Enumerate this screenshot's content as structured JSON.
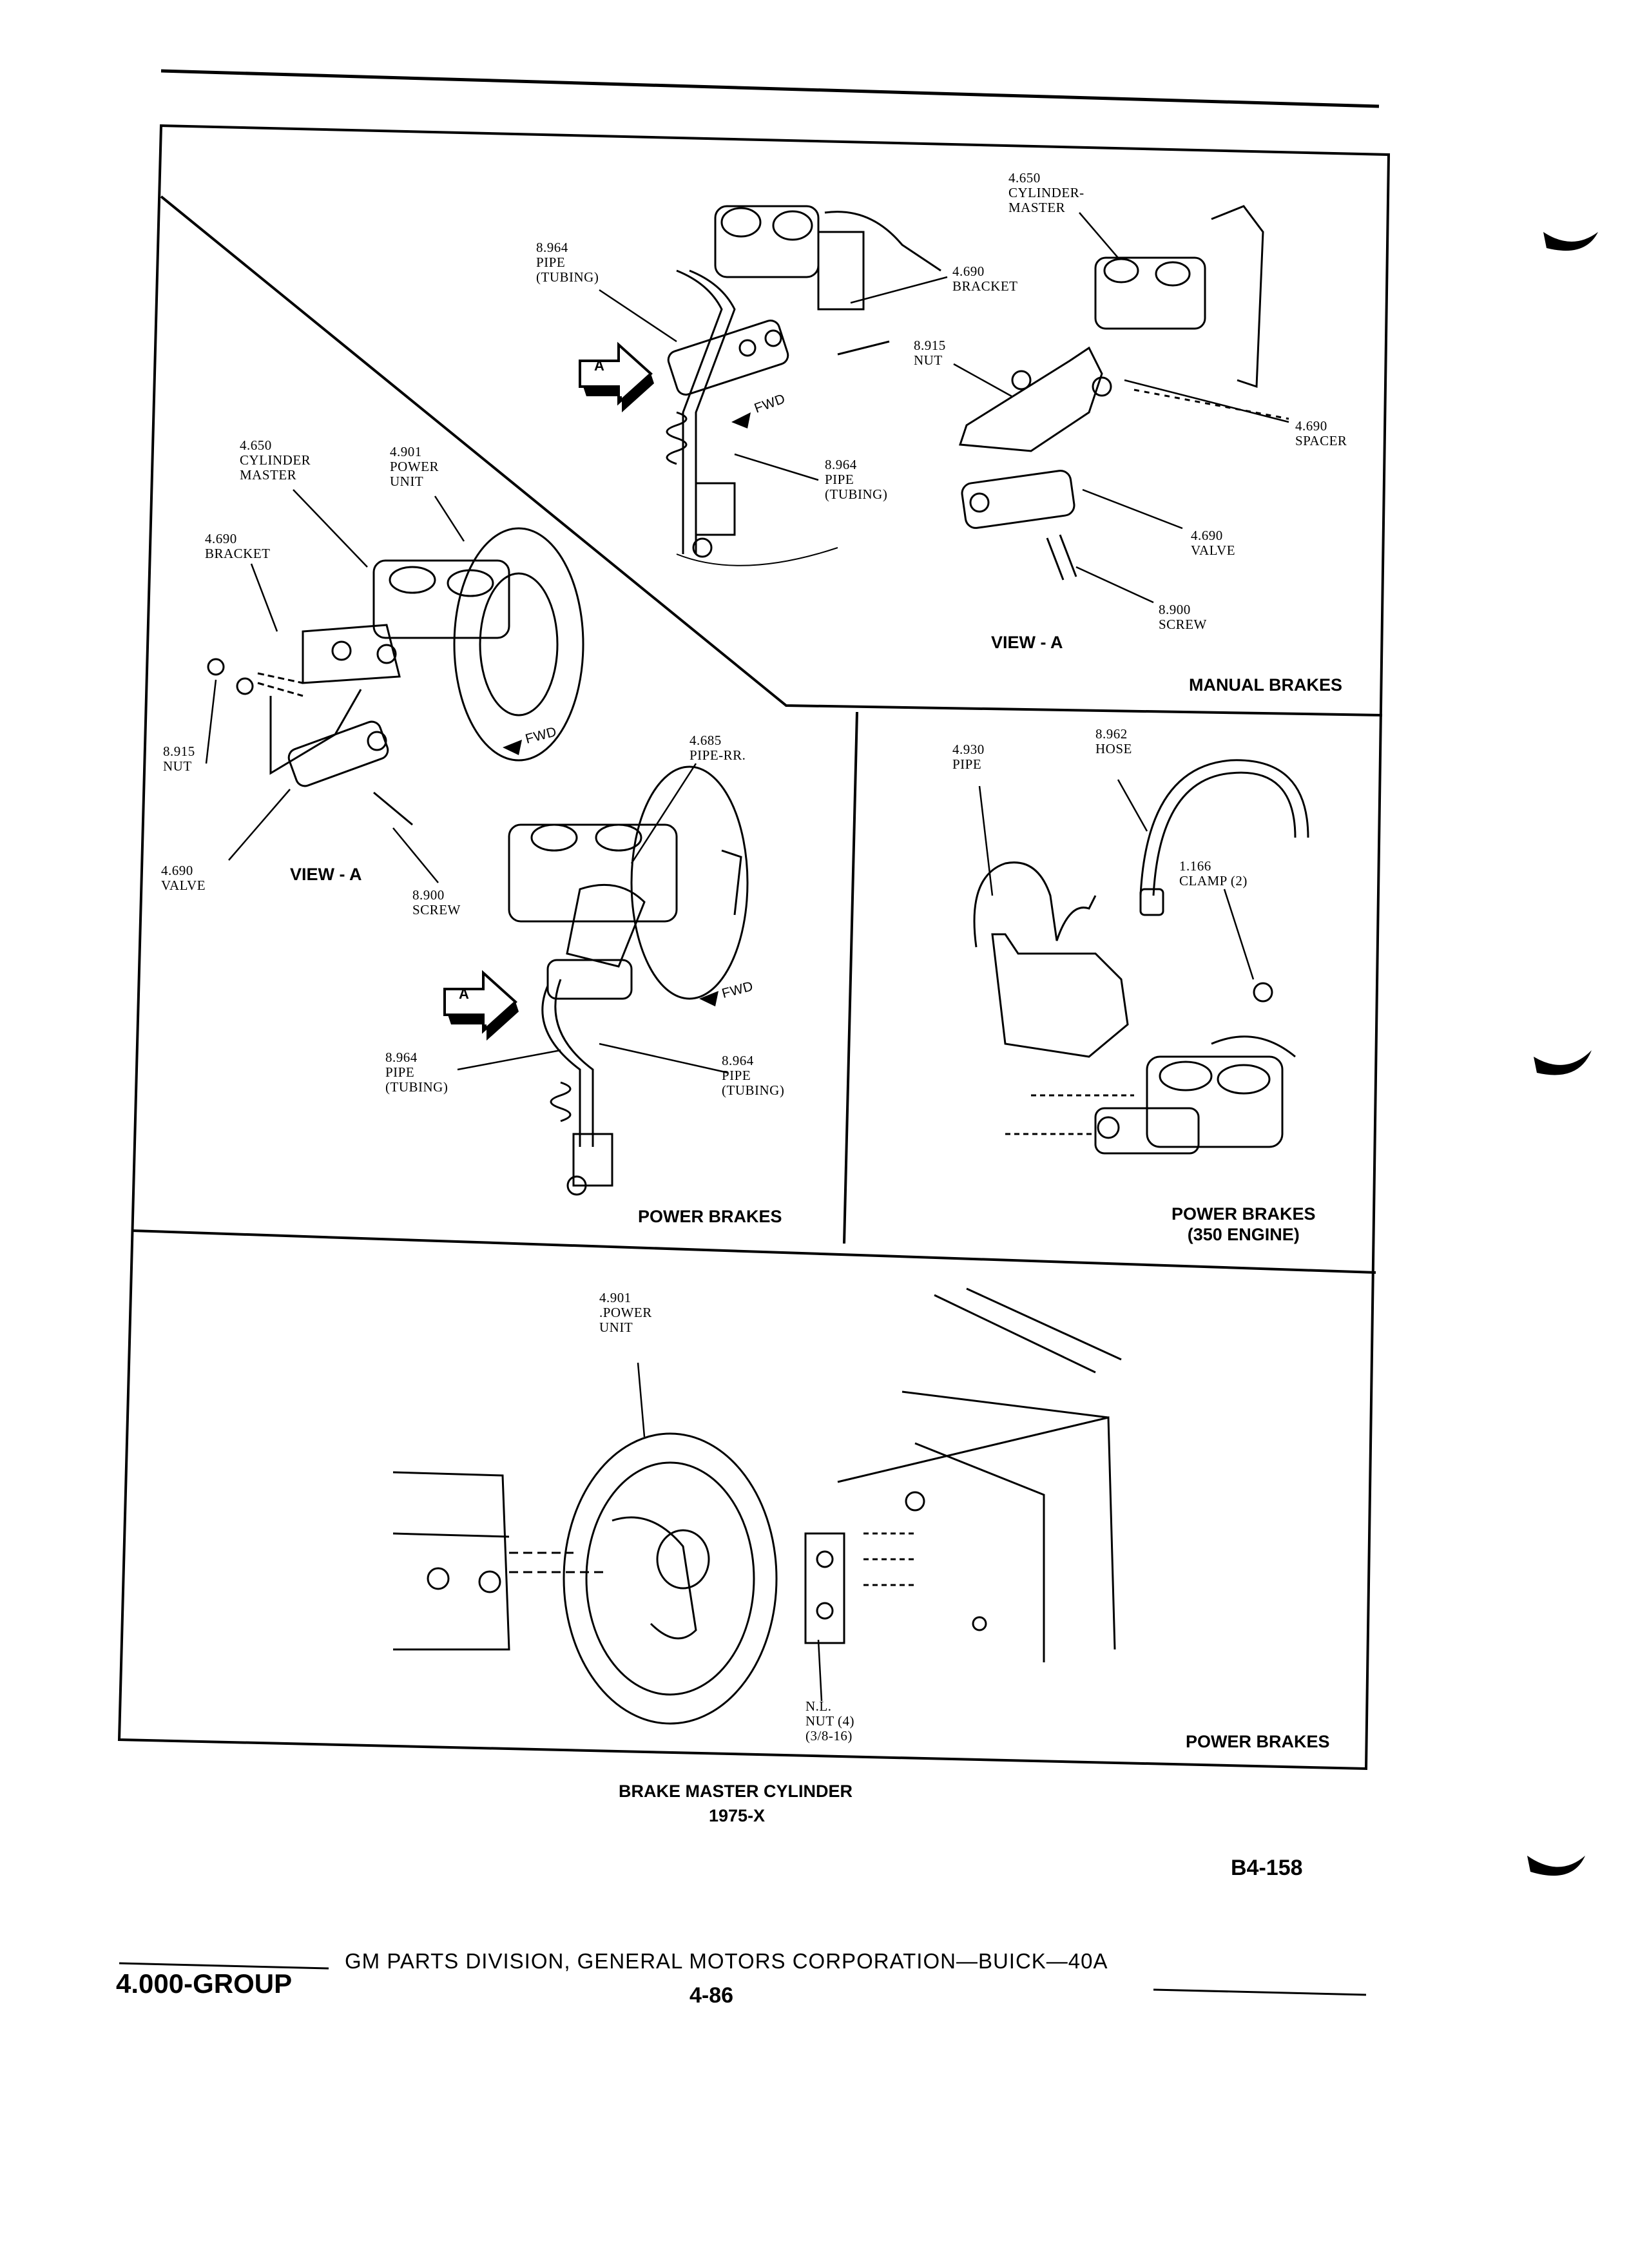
{
  "panels": {
    "manual": {
      "caption": "MANUAL BRAKES",
      "view_label": "VIEW - A",
      "labels": {
        "pipe_top": "8.964\nPIPE\n(TUBING)",
        "cylinder_master": "4.650\nCYLINDER-\nMASTER",
        "bracket": "4.690\nBRACKET",
        "nut": "8.915\nNUT",
        "pipe_lower": "8.964\nPIPE\n(TUBING)",
        "spacer": "4.690\nSPACER",
        "valve": "4.690\nVALVE",
        "screw": "8.900\nSCREW",
        "fwd": "FWD",
        "arrow_a": "A"
      }
    },
    "power_left": {
      "caption": "POWER BRAKES",
      "view_label": "VIEW - A",
      "labels": {
        "cylinder_master": "4.650\nCYLINDER\nMASTER",
        "power_unit": "4.901\nPOWER\nUNIT",
        "bracket": "4.690\nBRACKET",
        "nut": "8.915\nNUT",
        "valve": "4.690\nVALVE",
        "screw": "8.900\nSCREW",
        "pipe_rr": "4.685\nPIPE-RR.",
        "pipe_left": "8.964\nPIPE\n(TUBING)",
        "pipe_right": "8.964\nPIPE\n(TUBING)",
        "fwd_upper": "FWD",
        "fwd_lower": "FWD",
        "arrow_a": "A"
      }
    },
    "power_350": {
      "caption": "POWER BRAKES\n(350 ENGINE)",
      "labels": {
        "pipe": "4.930\nPIPE",
        "hose": "8.962\nHOSE",
        "clamp": "1.166\nCLAMP (2)"
      }
    },
    "power_bottom": {
      "caption": "POWER BRAKES",
      "labels": {
        "power_unit": "4.901\n.POWER\nUNIT",
        "nut": "N.L.\nNUT (4)\n(3/8-16)"
      }
    }
  },
  "figure_title": "BRAKE MASTER CYLINDER",
  "figure_year": "1975-X",
  "figure_code": "B4-158",
  "footer": {
    "group": "4.000-GROUP",
    "division": "GM PARTS DIVISION, GENERAL MOTORS CORPORATION—BUICK—40A",
    "page_number": "4-86"
  }
}
